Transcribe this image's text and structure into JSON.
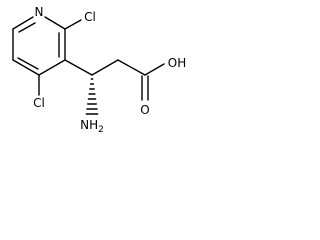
{
  "molecule": {
    "atoms": {
      "ring_nitrogen": "N",
      "chloro_top": "Cl",
      "chloro_bottom": "Cl",
      "hydroxyl": "OH",
      "carbonyl_oxygen": "O",
      "amino": "NH",
      "amino_subscript": "2"
    }
  },
  "colors": {
    "ink": "#000000",
    "background": "#ffffff"
  }
}
